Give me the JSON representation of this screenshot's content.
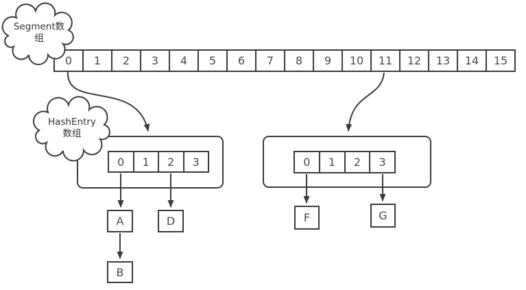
{
  "clouds": {
    "segment": {
      "line1": "Segment数",
      "line2": "组"
    },
    "hashentry": {
      "line1": "HashEntry",
      "line2": "数组"
    }
  },
  "segment_array": {
    "cells": [
      "0",
      "1",
      "2",
      "3",
      "4",
      "5",
      "6",
      "7",
      "8",
      "9",
      "10",
      "11",
      "12",
      "13",
      "14",
      "15"
    ]
  },
  "left_bucket": {
    "cells": [
      "0",
      "1",
      "2",
      "3"
    ]
  },
  "right_bucket": {
    "cells": [
      "0",
      "1",
      "2",
      "3"
    ]
  },
  "nodes": {
    "a": "A",
    "b": "B",
    "d": "D",
    "f": "F",
    "g": "G"
  },
  "colors": {
    "stroke": "#3a3a3a",
    "text": "#4a4a4a",
    "background": "#ffffff"
  }
}
